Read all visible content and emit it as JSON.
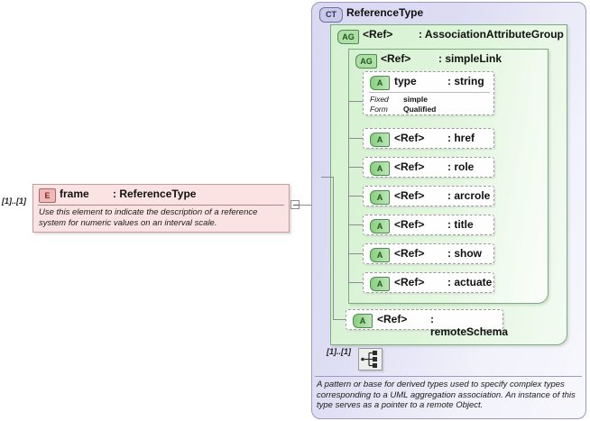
{
  "left_element": {
    "occurrence": "[1]..[1]",
    "badge": "E",
    "name": "frame",
    "type": ": ReferenceType",
    "documentation": "Use this element to indicate the description of a reference system for numeric values on an interval scale.",
    "collapse_control": "minus-box"
  },
  "complex_type": {
    "badge": "CT",
    "title": "ReferenceType",
    "documentation": "A pattern or base for derived types used to specify complex types corresponding to a UML aggregation association.  An instance of this type serves as a pointer to a remote Object.",
    "compositor": {
      "occurrence": "[1]..[1]",
      "kind": "sequence-icon"
    }
  },
  "attribute_groups": [
    {
      "badge": "AG",
      "ref": "<Ref>",
      "type": ": AssociationAttributeGroup"
    },
    {
      "badge": "AG",
      "ref": "<Ref>",
      "type": ": simpleLink"
    }
  ],
  "attributes": [
    {
      "badge": "A",
      "name": "type",
      "type": ": string",
      "facets": [
        {
          "key": "Fixed",
          "value": "simple"
        },
        {
          "key": "Form",
          "value": "Qualified"
        }
      ]
    },
    {
      "badge": "A",
      "name": "<Ref>",
      "type": ": href"
    },
    {
      "badge": "A",
      "name": "<Ref>",
      "type": ": role"
    },
    {
      "badge": "A",
      "name": "<Ref>",
      "type": ": arcrole"
    },
    {
      "badge": "A",
      "name": "<Ref>",
      "type": ": title"
    },
    {
      "badge": "A",
      "name": "<Ref>",
      "type": ": show"
    },
    {
      "badge": "A",
      "name": "<Ref>",
      "type": ": actuate"
    },
    {
      "badge": "A",
      "name": "<Ref>",
      "type": ": remoteSchema"
    }
  ],
  "colors": {
    "element_fill": "#fbe3e3",
    "element_border": "#c89a9a",
    "complextype_fill": "#d9d9f2",
    "complextype_border": "#9a9ac4",
    "attrgroup_fill": "#d8f2d4",
    "attrgroup_border": "#79ad79",
    "attribute_fill": "#fdfefd",
    "attribute_border": "#9b9b9b",
    "connector": "#8d8d8d"
  }
}
